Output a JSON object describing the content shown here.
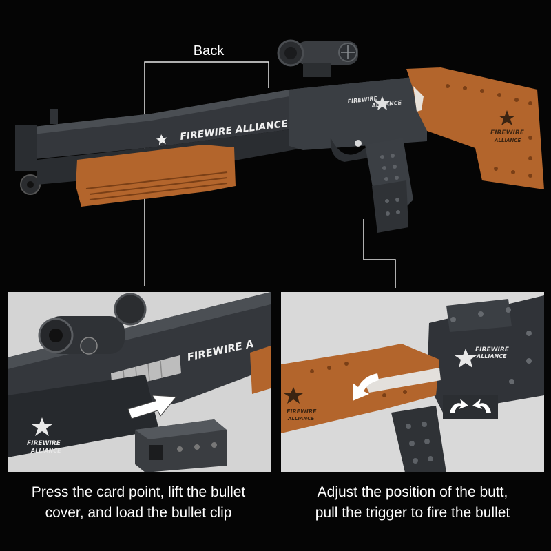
{
  "colors": {
    "background": "#050505",
    "body_dark": "#2c2f33",
    "body_mid": "#3d4146",
    "accent_orange": "#b3652c",
    "callout_line": "#e8e8e8",
    "panel_bg": "#d9d9d9"
  },
  "main": {
    "back_label": "Back",
    "brand": "FIREWIRE ALLIANCE",
    "stock_brand_line1": "FIREWIRE",
    "stock_brand_line2": "ALLIANCE",
    "receiver_brand_line1": "FIREWIRE",
    "receiver_brand_line2": "ALLIANCE"
  },
  "panels": {
    "left": {
      "brand": "FIREWIRE A",
      "side_brand_line1": "FIREWIRE",
      "side_brand_line2": "ALLIANCE",
      "caption_line1": "Press the card point, lift the bullet",
      "caption_line2": "cover, and load the bullet clip"
    },
    "right": {
      "receiver_brand_line1": "FIREWIRE",
      "receiver_brand_line2": "ALLIANCE",
      "stock_brand_line1": "FIREWIRE",
      "stock_brand_line2": "ALLIANCE",
      "caption_line1": "Adjust the position of the butt,",
      "caption_line2": "pull the trigger to fire the bullet"
    }
  }
}
